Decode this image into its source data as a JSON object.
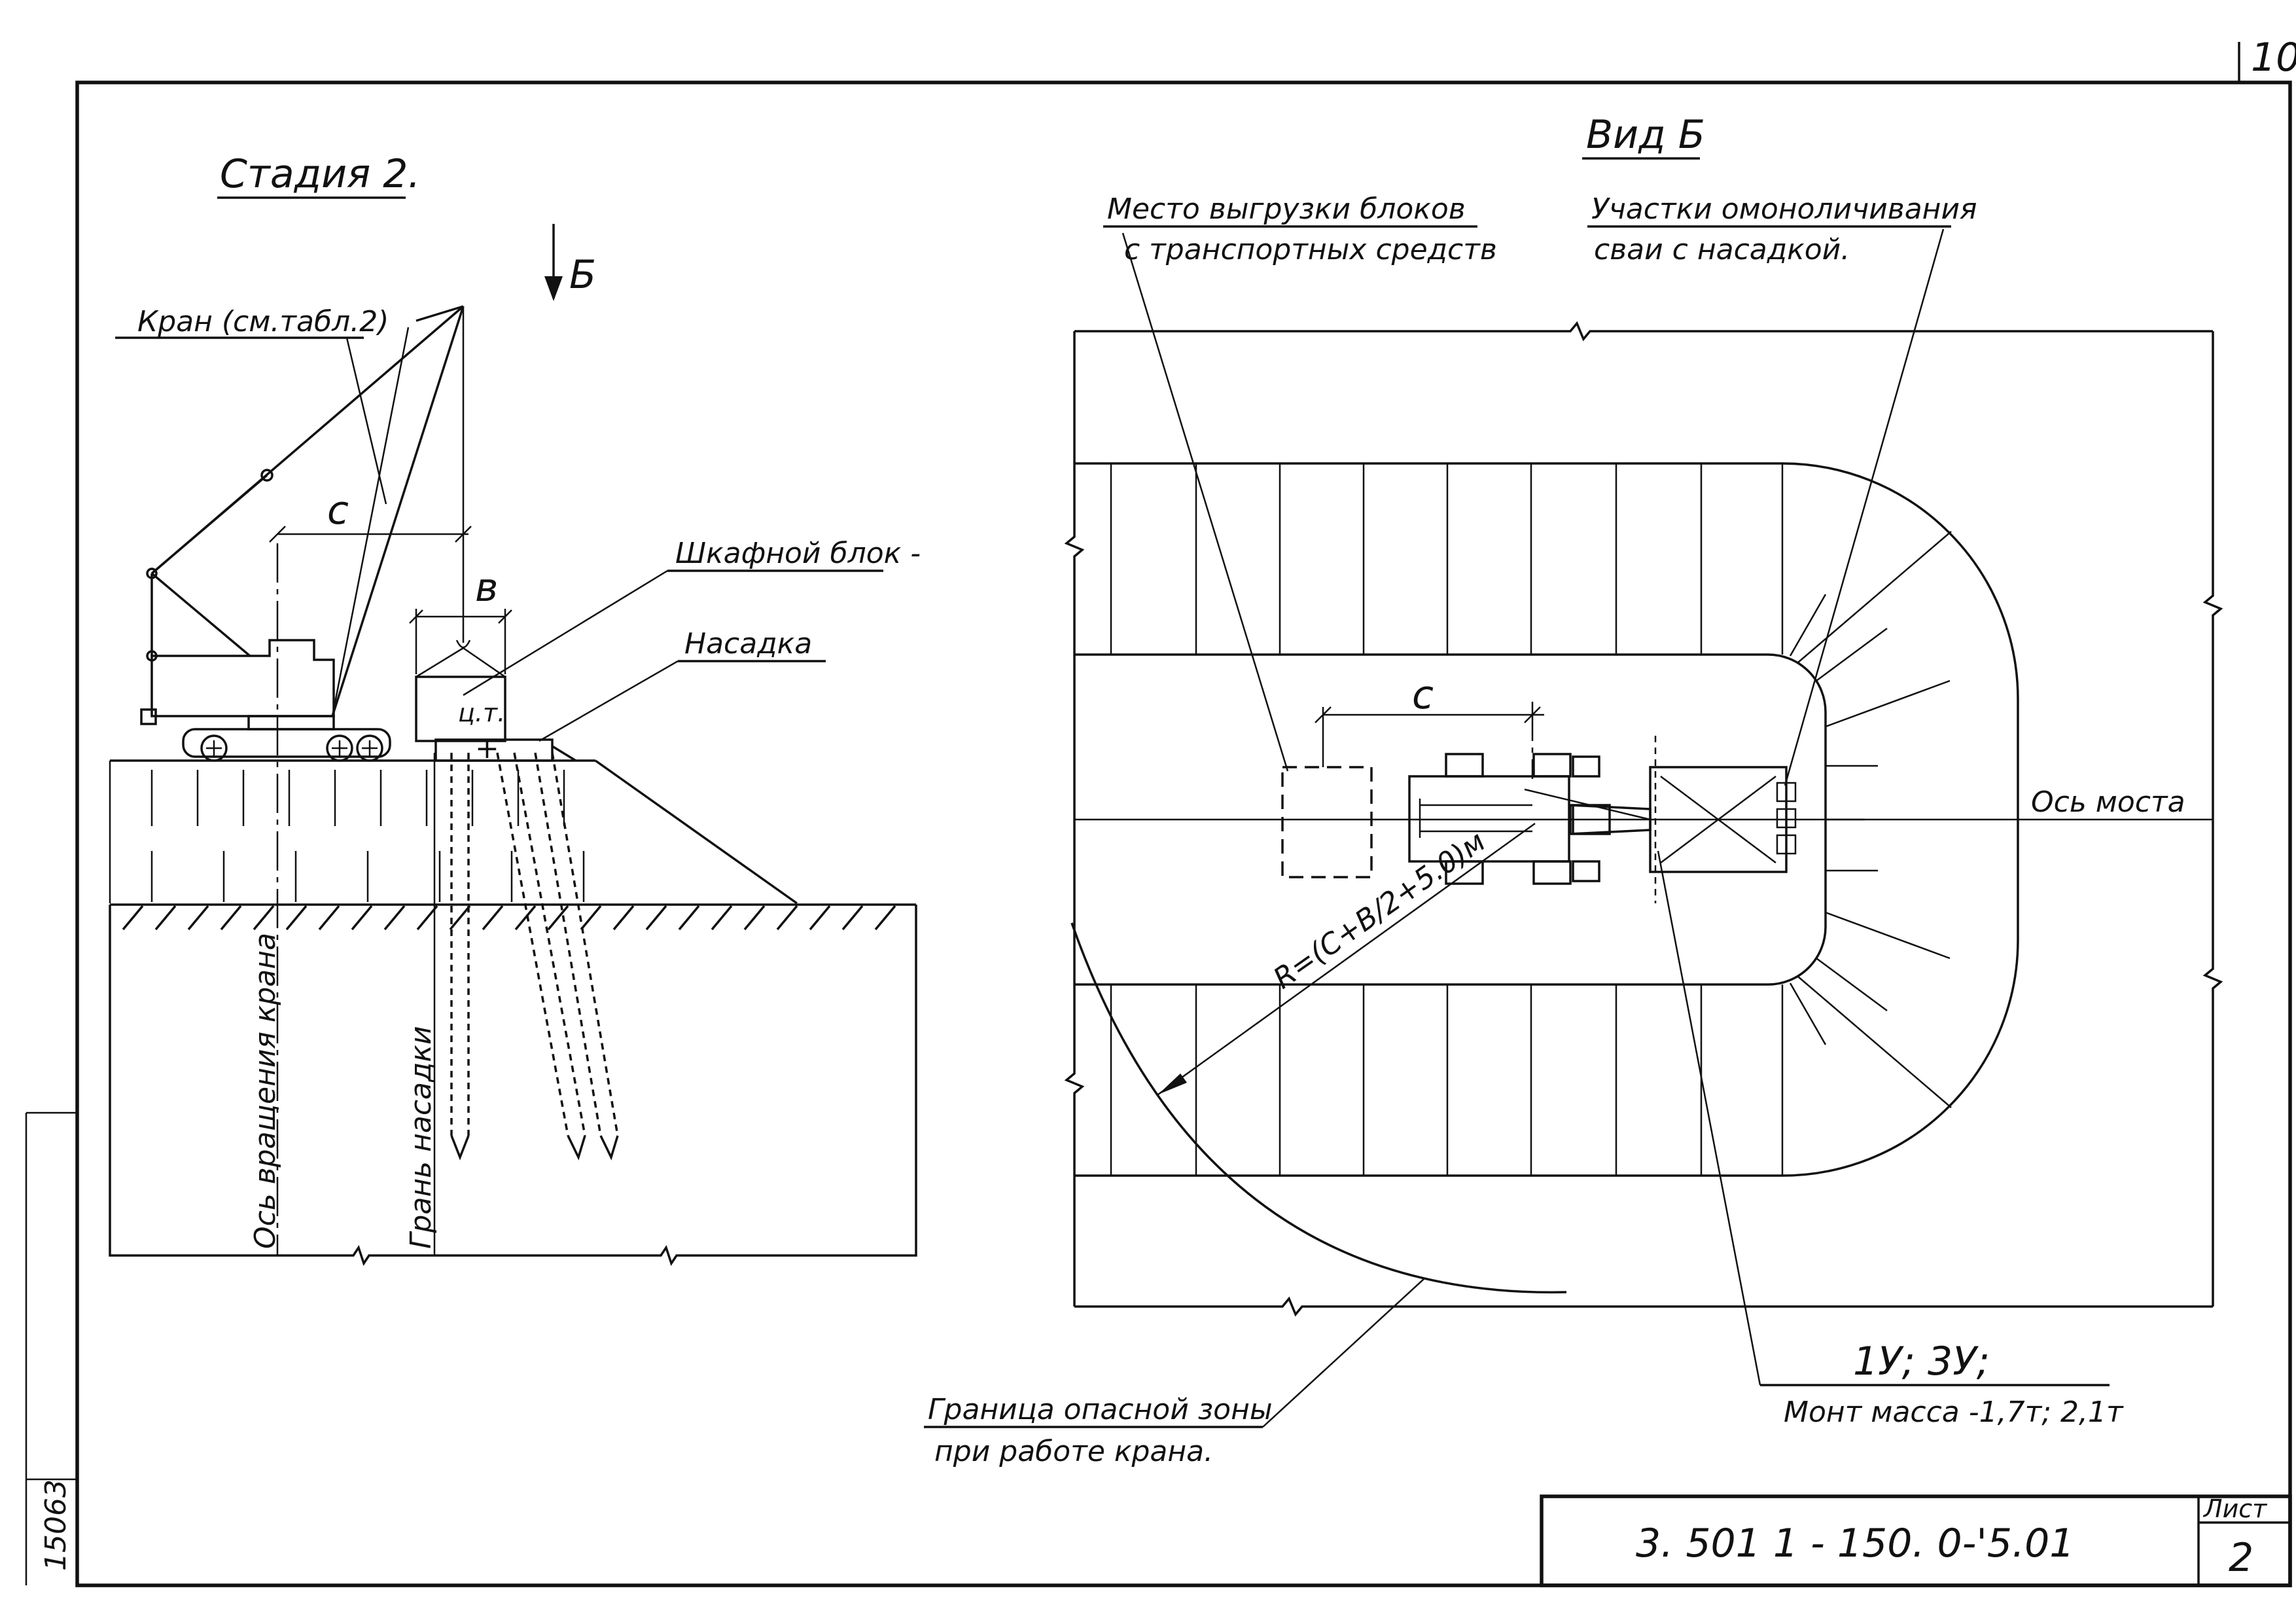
{
  "sheet": {
    "page_number": "10",
    "drawing_code": "3. 501 1 - 150.  0-'5.01",
    "sheet_label": "Лист",
    "sheet_number": "2",
    "side_stamp": "15063"
  },
  "stage2": {
    "title": "Стадия 2.",
    "section_mark": "Б",
    "crane_label": "Кран (см.табл.2)",
    "block_label": "Шкафной блок -",
    "cap_label": "Насадка",
    "dim_c": "c",
    "dim_b": "в",
    "cg_mark": "ц.т.",
    "axis_rotation": "Ось вращения крана",
    "axis_cap_face": "Грань насадки"
  },
  "view_b": {
    "title": "Вид Б",
    "unload_line1": "Место выгрузки блоков",
    "unload_line2": "с транспортных средств",
    "mono_line1": "Участки омоноличивания",
    "mono_line2": "сваи с насадкой.",
    "bridge_axis": "Ось моста",
    "dim_c": "c",
    "radius_formula": "R=(C+B/2+5.0)м",
    "marks": "1У; 3У;",
    "mass": "Монт масса -1,7т; 2,1т",
    "danger_line1": "Граница опасной зоны",
    "danger_line2": "при работе крана."
  }
}
